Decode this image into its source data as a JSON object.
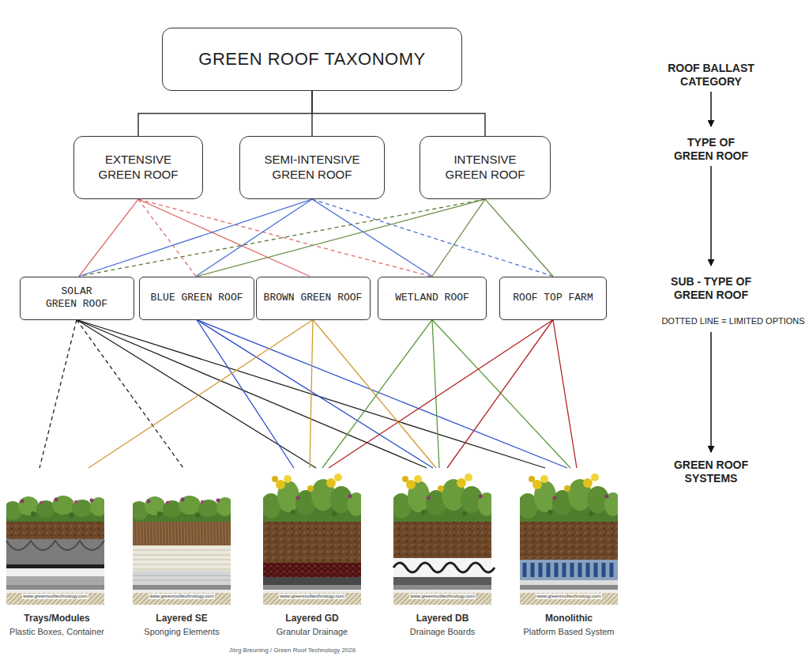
{
  "diagram": {
    "nodes": [
      {
        "text": [
          "GREEN ROOF TAXONOMY"
        ]
      },
      {
        "text": [
          "EXTENSIVE GREEN ROOF"
        ]
      },
      {
        "text": [
          "SEMI-INTENSIVE GREEN ROOF"
        ]
      },
      {
        "text": [
          "INTENSIVE GREEN ROOF"
        ]
      },
      {
        "text": [
          "SOLAR GREEN ROOF"
        ]
      },
      {
        "text": [
          "BLUE GREEN ROOF"
        ]
      },
      {
        "text": [
          "BROWN GREEN ROOF"
        ]
      },
      {
        "text": [
          "WETLAND ROOF"
        ]
      },
      {
        "text": [
          "ROOF TOP FARM"
        ]
      },
      {
        "text": [
          "Trays/Modules",
          "Plastic Boxes, Container"
        ]
      },
      {
        "text": [
          "Layered SE",
          "Sponging Elements"
        ]
      },
      {
        "text": [
          "Layered GD",
          "Granular Drainage"
        ]
      },
      {
        "text": [
          "Layered DB",
          "Drainage Boards"
        ]
      },
      {
        "text": [
          "Monolithic",
          "Platform Based System"
        ]
      }
    ],
    "edges": [
      {
        "from": 0,
        "to": 1,
        "arrow": "none"
      },
      {
        "from": 0,
        "to": 2,
        "arrow": "none"
      },
      {
        "from": 0,
        "to": 3,
        "arrow": "none"
      },
      {
        "from": 1,
        "to": 4,
        "arrow": "none"
      },
      {
        "from": 1,
        "to": 5,
        "arrow": "none"
      },
      {
        "from": 1,
        "to": 6,
        "arrow": "none"
      },
      {
        "from": 1,
        "to": 7,
        "arrow": "none"
      },
      {
        "from": 2,
        "to": 4,
        "arrow": "none"
      },
      {
        "from": 2,
        "to": 5,
        "arrow": "none"
      },
      {
        "from": 2,
        "to": 7,
        "arrow": "none"
      },
      {
        "from": 2,
        "to": 8,
        "arrow": "none"
      },
      {
        "from": 3,
        "to": 4,
        "arrow": "none"
      },
      {
        "from": 3,
        "to": 5,
        "arrow": "none"
      },
      {
        "from": 3,
        "to": 7,
        "arrow": "none"
      },
      {
        "from": 3,
        "to": 8,
        "arrow": "none"
      },
      {
        "from": 4,
        "to": 9,
        "arrow": "none"
      },
      {
        "from": 4,
        "to": 10,
        "arrow": "none"
      },
      {
        "from": 4,
        "to": 11,
        "arrow": "none"
      },
      {
        "from": 4,
        "to": 12,
        "arrow": "none"
      },
      {
        "from": 4,
        "to": 13,
        "arrow": "none"
      },
      {
        "from": 5,
        "to": 11,
        "arrow": "none"
      },
      {
        "from": 5,
        "to": 12,
        "arrow": "none"
      },
      {
        "from": 5,
        "to": 13,
        "arrow": "none"
      },
      {
        "from": 6,
        "to": 9,
        "arrow": "none"
      },
      {
        "from": 6,
        "to": 11,
        "arrow": "none"
      },
      {
        "from": 6,
        "to": 12,
        "arrow": "none"
      },
      {
        "from": 7,
        "to": 11,
        "arrow": "none"
      },
      {
        "from": 7,
        "to": 12,
        "arrow": "none"
      },
      {
        "from": 7,
        "to": 13,
        "arrow": "none"
      },
      {
        "from": 8,
        "to": 11,
        "arrow": "none"
      },
      {
        "from": 8,
        "to": 12,
        "arrow": "none"
      },
      {
        "from": 8,
        "to": 13,
        "arrow": "none"
      }
    ],
    "labels": [
      "ROOF BALLAST CATEGORY",
      "TYPE OF GREEN ROOF",
      "SUB - TYPE OF GREEN ROOF",
      "DOTTED LINE = LIMITED OPTIONS",
      "GREEN ROOF SYSTEMS",
      "www.greenrooftechnology.com",
      "www.greenrooftechnology.com",
      "www.greenrooftechnology.com",
      "www.greenrooftechnology.com",
      "www.greenrooftechnology.com",
      "Jörg Breuning / Green Roof Technology 2026"
    ]
  }
}
